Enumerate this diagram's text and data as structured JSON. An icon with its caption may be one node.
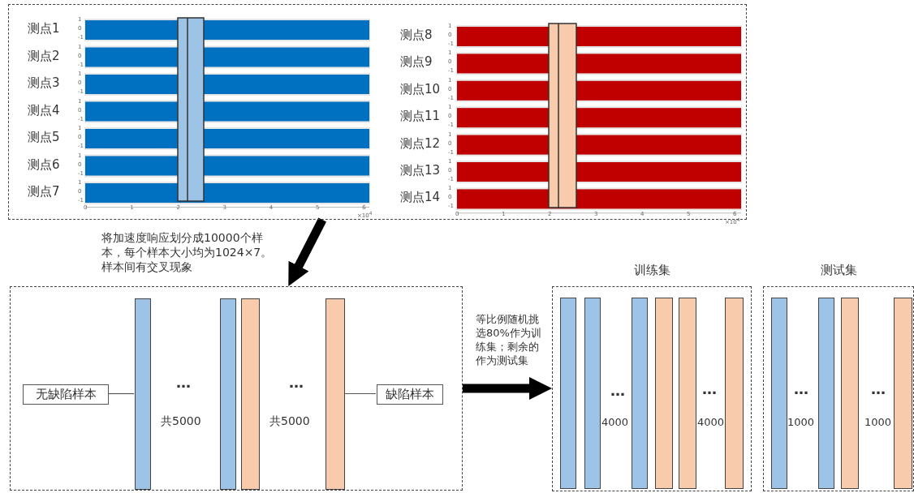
{
  "diagram": {
    "nodes": [
      {
        "text": [],
        "shape": "box"
      },
      {
        "text": [],
        "shape": "box"
      },
      {
        "text": [
          "无缺陷样本"
        ],
        "in": 1
      },
      {
        "text": [
          "缺陷样本"
        ],
        "in": 1
      },
      {
        "text": [],
        "shape": "bar",
        "in": 1
      },
      {
        "text": [],
        "shape": "bar",
        "in": 1
      },
      {
        "text": [],
        "shape": "bar",
        "in": 1
      },
      {
        "text": [],
        "shape": "bar",
        "in": 1
      },
      {
        "text": [
          "训练集"
        ]
      },
      {
        "text": [
          "测试集"
        ]
      },
      {
        "text": [],
        "shape": "bar",
        "in": 8
      },
      {
        "text": [],
        "shape": "bar",
        "in": 8
      },
      {
        "text": [],
        "shape": "bar",
        "in": 8
      },
      {
        "text": [],
        "shape": "bar",
        "in": 8
      },
      {
        "text": [],
        "shape": "bar",
        "in": 8
      },
      {
        "text": [],
        "shape": "bar",
        "in": 8
      },
      {
        "text": [],
        "shape": "bar",
        "in": 9
      },
      {
        "text": [],
        "shape": "bar",
        "in": 9
      },
      {
        "text": [],
        "shape": "bar",
        "in": 9
      },
      {
        "text": [],
        "shape": "bar",
        "in": 9
      }
    ],
    "edges": [
      {
        "from": 0,
        "to": 1,
        "arrow": "to",
        "style": "thick",
        "label": "将加速度响应划分成10000个样本，每个样本大小均为1024×7。样本间有交叉现象"
      },
      {
        "from": 1,
        "to": 8,
        "arrow": "to",
        "style": "thick",
        "label": "等比例随机挑选80%作为训练集；剩余的作为测试集"
      },
      {
        "from": 2,
        "to": 4,
        "arrow": "none"
      },
      {
        "from": 3,
        "to": 7,
        "arrow": "none"
      }
    ],
    "labels": [
      "测点1",
      "测点2",
      "测点3",
      "测点4",
      "测点5",
      "测点6",
      "测点7",
      "测点8",
      "测点9",
      "测点10",
      "测点11",
      "测点12",
      "测点13",
      "测点14",
      "0",
      "1",
      "2",
      "3",
      "4",
      "5",
      "6",
      "×10$^{4}$",
      "0",
      "1",
      "2",
      "3",
      "4",
      "5",
      "6",
      "×10$^{4}$",
      "1",
      "0",
      "-1",
      "1",
      "0",
      "-1",
      "1",
      "0",
      "-1",
      "1",
      "0",
      "-1",
      "1",
      "0",
      "-1",
      "1",
      "0",
      "-1",
      "1",
      "0",
      "-1",
      "1",
      "0",
      "-1",
      "1",
      "0",
      "-1",
      "1",
      "0",
      "-1",
      "1",
      "0",
      "-1",
      "1",
      "0",
      "-1",
      "1",
      "0",
      "-1",
      "1",
      "0",
      "-1",
      "…",
      "共5000",
      "…",
      "共5000",
      "…",
      "4000",
      "…",
      "4000",
      "…",
      "1000",
      "…",
      "1000"
    ]
  }
}
